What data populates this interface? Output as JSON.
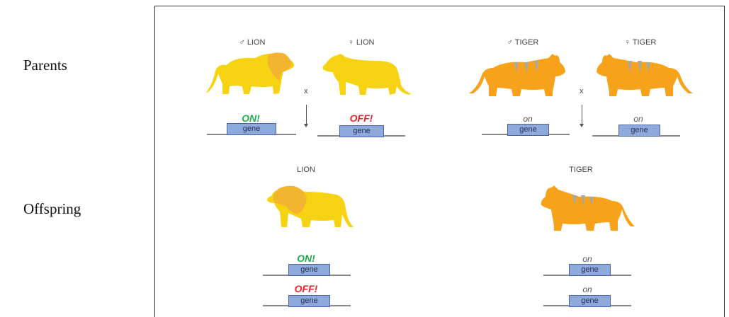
{
  "row_labels": {
    "parents": "Parents",
    "offspring": "Offspring"
  },
  "colors": {
    "lion_body": "#f5d313",
    "lion_mane": "#f3b530",
    "tiger_body": "#f7a21b",
    "tiger_stripes": "#a9a7a3",
    "gene_fill": "#8ea9db",
    "gene_border": "#4a64a8",
    "on_green": "#1fae4b",
    "off_red": "#e8222a",
    "on_gray": "#555555"
  },
  "parents": {
    "lion_cross": {
      "male": {
        "label": "♂ LION",
        "state": "ON!",
        "gene": "gene"
      },
      "female": {
        "label": "♀ LION",
        "state": "OFF!",
        "gene": "gene"
      },
      "cross_symbol": "x"
    },
    "tiger_cross": {
      "male": {
        "label": "♂ TIGER",
        "state": "on",
        "gene": "gene"
      },
      "female": {
        "label": "♀ TIGER",
        "state": "on",
        "gene": "gene"
      },
      "cross_symbol": "x"
    }
  },
  "offspring": {
    "lion": {
      "label": "LION",
      "alleles": [
        {
          "state": "ON!",
          "gene": "gene"
        },
        {
          "state": "OFF!",
          "gene": "gene"
        }
      ]
    },
    "tiger": {
      "label": "TIGER",
      "alleles": [
        {
          "state": "on",
          "gene": "gene"
        },
        {
          "state": "on",
          "gene": "gene"
        }
      ]
    }
  }
}
